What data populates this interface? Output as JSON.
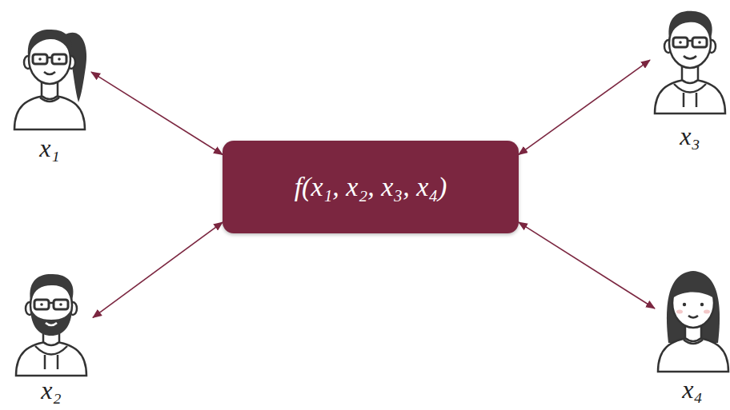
{
  "diagram": {
    "nodes": [
      {
        "text": [
          "x₁"
        ]
      },
      {
        "text": [
          "x₃"
        ]
      },
      {
        "text": [
          "f(x₁, x₂, x₃, x₄)"
        ]
      },
      {
        "text": [
          "x₂"
        ]
      },
      {
        "text": [
          "x₄"
        ]
      }
    ],
    "edges": [
      {
        "from": 0,
        "to": 2,
        "arrow": "both"
      },
      {
        "from": 1,
        "to": 2,
        "arrow": "both"
      },
      {
        "from": 3,
        "to": 2,
        "arrow": "both"
      },
      {
        "from": 4,
        "to": 2,
        "arrow": "both"
      }
    ]
  }
}
